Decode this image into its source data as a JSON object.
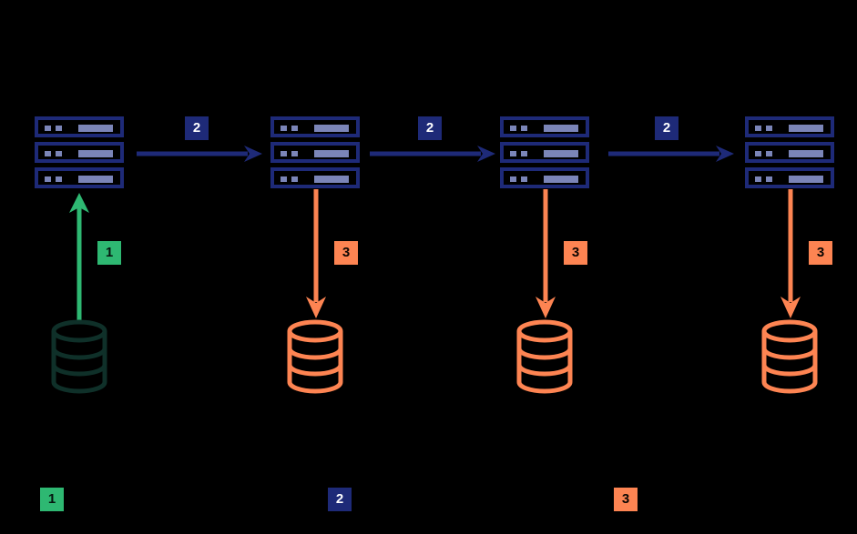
{
  "diagram": {
    "type": "data-replication-flow",
    "background_color": "#000000",
    "colors": {
      "server_navy": "#1e2a78",
      "server_led": "#7b85b8",
      "source_db_teal": "#0f3029",
      "replica_db_orange": "#fd8452",
      "step1_green": "#2eb872",
      "step2_navy": "#1e2a78",
      "step3_orange": "#fd8452"
    },
    "servers": [
      {
        "name": "server-stack-1",
        "units": 3,
        "label": ""
      },
      {
        "name": "server-stack-2",
        "units": 3,
        "label": ""
      },
      {
        "name": "server-stack-3",
        "units": 3,
        "label": ""
      },
      {
        "name": "server-stack-4",
        "units": 3,
        "label": ""
      }
    ],
    "databases": [
      {
        "name": "source-database",
        "color": "#0f3029",
        "label": ""
      },
      {
        "name": "replica-database-1",
        "color": "#fd8452",
        "label": ""
      },
      {
        "name": "replica-database-2",
        "color": "#fd8452",
        "label": ""
      },
      {
        "name": "replica-database-3",
        "color": "#fd8452",
        "label": ""
      }
    ],
    "flow_badges": [
      {
        "name": "badge-step-1-read",
        "value": "1",
        "style": "green"
      },
      {
        "name": "badge-step-2-forward-1",
        "value": "2",
        "style": "navy"
      },
      {
        "name": "badge-step-2-forward-2",
        "value": "2",
        "style": "navy"
      },
      {
        "name": "badge-step-2-forward-3",
        "value": "2",
        "style": "navy"
      },
      {
        "name": "badge-step-3-write-1",
        "value": "3",
        "style": "orange"
      },
      {
        "name": "badge-step-3-write-2",
        "value": "3",
        "style": "orange"
      },
      {
        "name": "badge-step-3-write-3",
        "value": "3",
        "style": "orange"
      }
    ],
    "legend": [
      {
        "name": "legend-step-1",
        "value": "1",
        "style": "green",
        "text": ""
      },
      {
        "name": "legend-step-2",
        "value": "2",
        "style": "navy",
        "text": ""
      },
      {
        "name": "legend-step-3",
        "value": "3",
        "style": "orange",
        "text": ""
      }
    ]
  }
}
